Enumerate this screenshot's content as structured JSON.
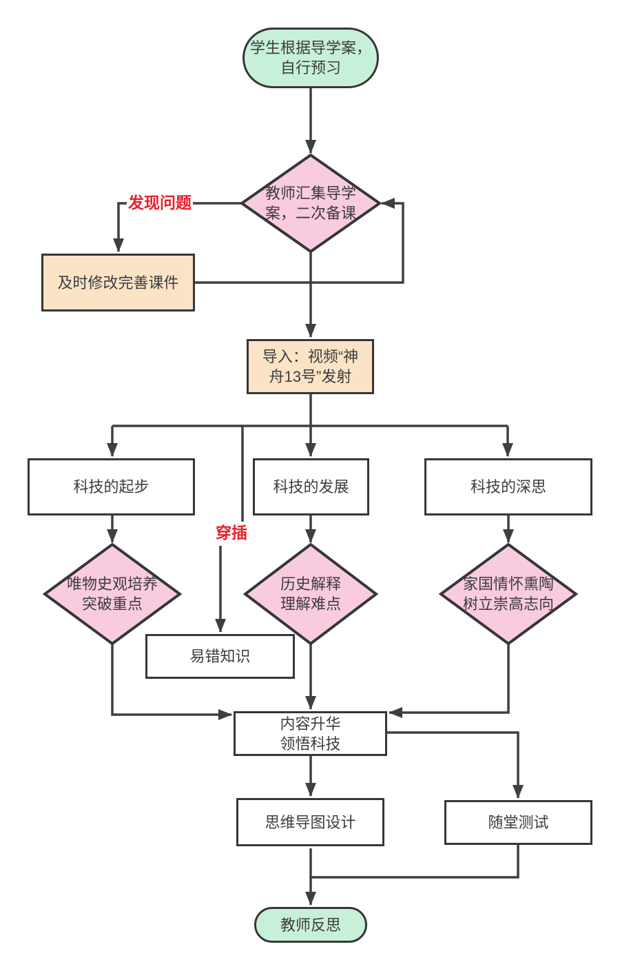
{
  "colors": {
    "mint": "#c7f0d8",
    "pink": "#f9cbe0",
    "orange": "#fbe4c6",
    "white": "#ffffff",
    "line": "#3f3f3f",
    "border": "#363636",
    "red": "#e62129",
    "text": "#3c3c3c"
  },
  "nodes": {
    "start": {
      "label": "学生根据导学案，\n自行预习"
    },
    "collect": {
      "label": "教师汇集导学\n案，二次备课"
    },
    "revise": {
      "label": "及时修改完善课件"
    },
    "intro": {
      "label": "导入：视频“神\n舟13号”发射"
    },
    "tech_start": {
      "label": "科技的起步"
    },
    "tech_dev": {
      "label": "科技的发展"
    },
    "tech_deep": {
      "label": "科技的深思"
    },
    "materialist": {
      "label": "唯物史观培养\n突破重点"
    },
    "history": {
      "label": "历史解释\n理解难点"
    },
    "patriotic": {
      "label": "家国情怀熏陶\n树立崇高志向"
    },
    "error_knowledge": {
      "label": "易错知识"
    },
    "sublimation": {
      "label": "内容升华\n领悟科技"
    },
    "mindmap": {
      "label": "思维导图设计"
    },
    "quiz": {
      "label": "随堂测试"
    },
    "reflect": {
      "label": "教师反思"
    }
  },
  "edge_labels": {
    "found_problem": "发现问题",
    "interleave": "穿插"
  }
}
